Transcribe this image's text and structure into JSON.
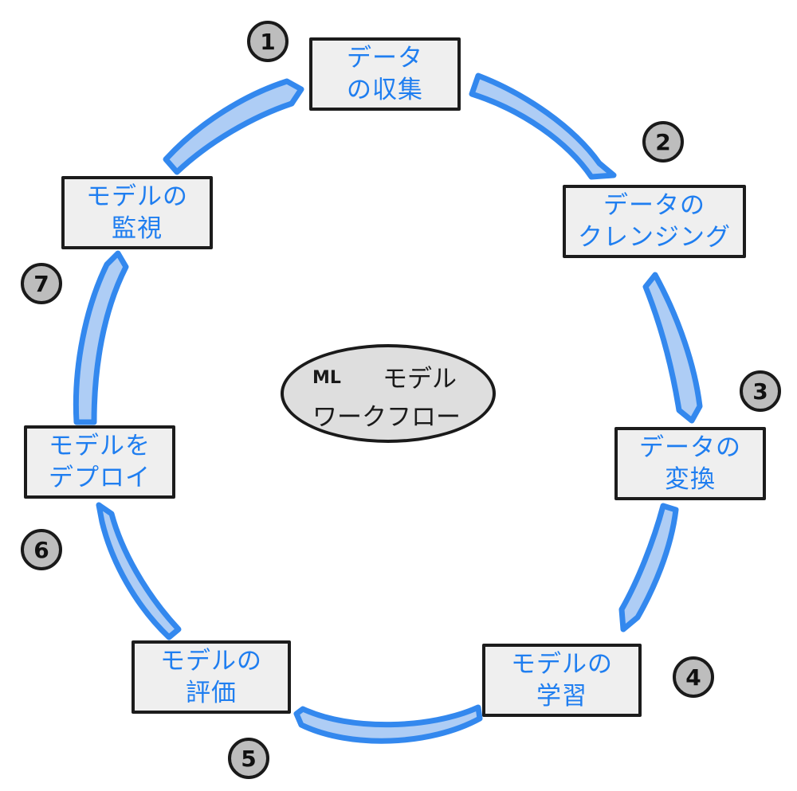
{
  "center": {
    "badge": "ML",
    "line1": "モデル",
    "line2": "ワークフロー"
  },
  "steps": [
    {
      "number": "1",
      "line1": "データ",
      "line2": "の収集"
    },
    {
      "number": "2",
      "line1": "データの",
      "line2": "クレンジング"
    },
    {
      "number": "3",
      "line1": "データの",
      "line2": "変換"
    },
    {
      "number": "4",
      "line1": "モデルの",
      "line2": "学習"
    },
    {
      "number": "5",
      "line1": "モデルの",
      "line2": "評価"
    },
    {
      "number": "6",
      "line1": "モデルを",
      "line2": "デプロイ"
    },
    {
      "number": "7",
      "line1": "モデルの",
      "line2": "監視"
    }
  ],
  "colors": {
    "text_blue": "#1f7ef0",
    "arrow_fill": "#aecdf5",
    "arrow_stroke": "#3388ee",
    "box_fill": "#efefef",
    "number_fill": "#bdbdbd",
    "center_fill": "#dedede",
    "outline": "#1a1a1a"
  }
}
